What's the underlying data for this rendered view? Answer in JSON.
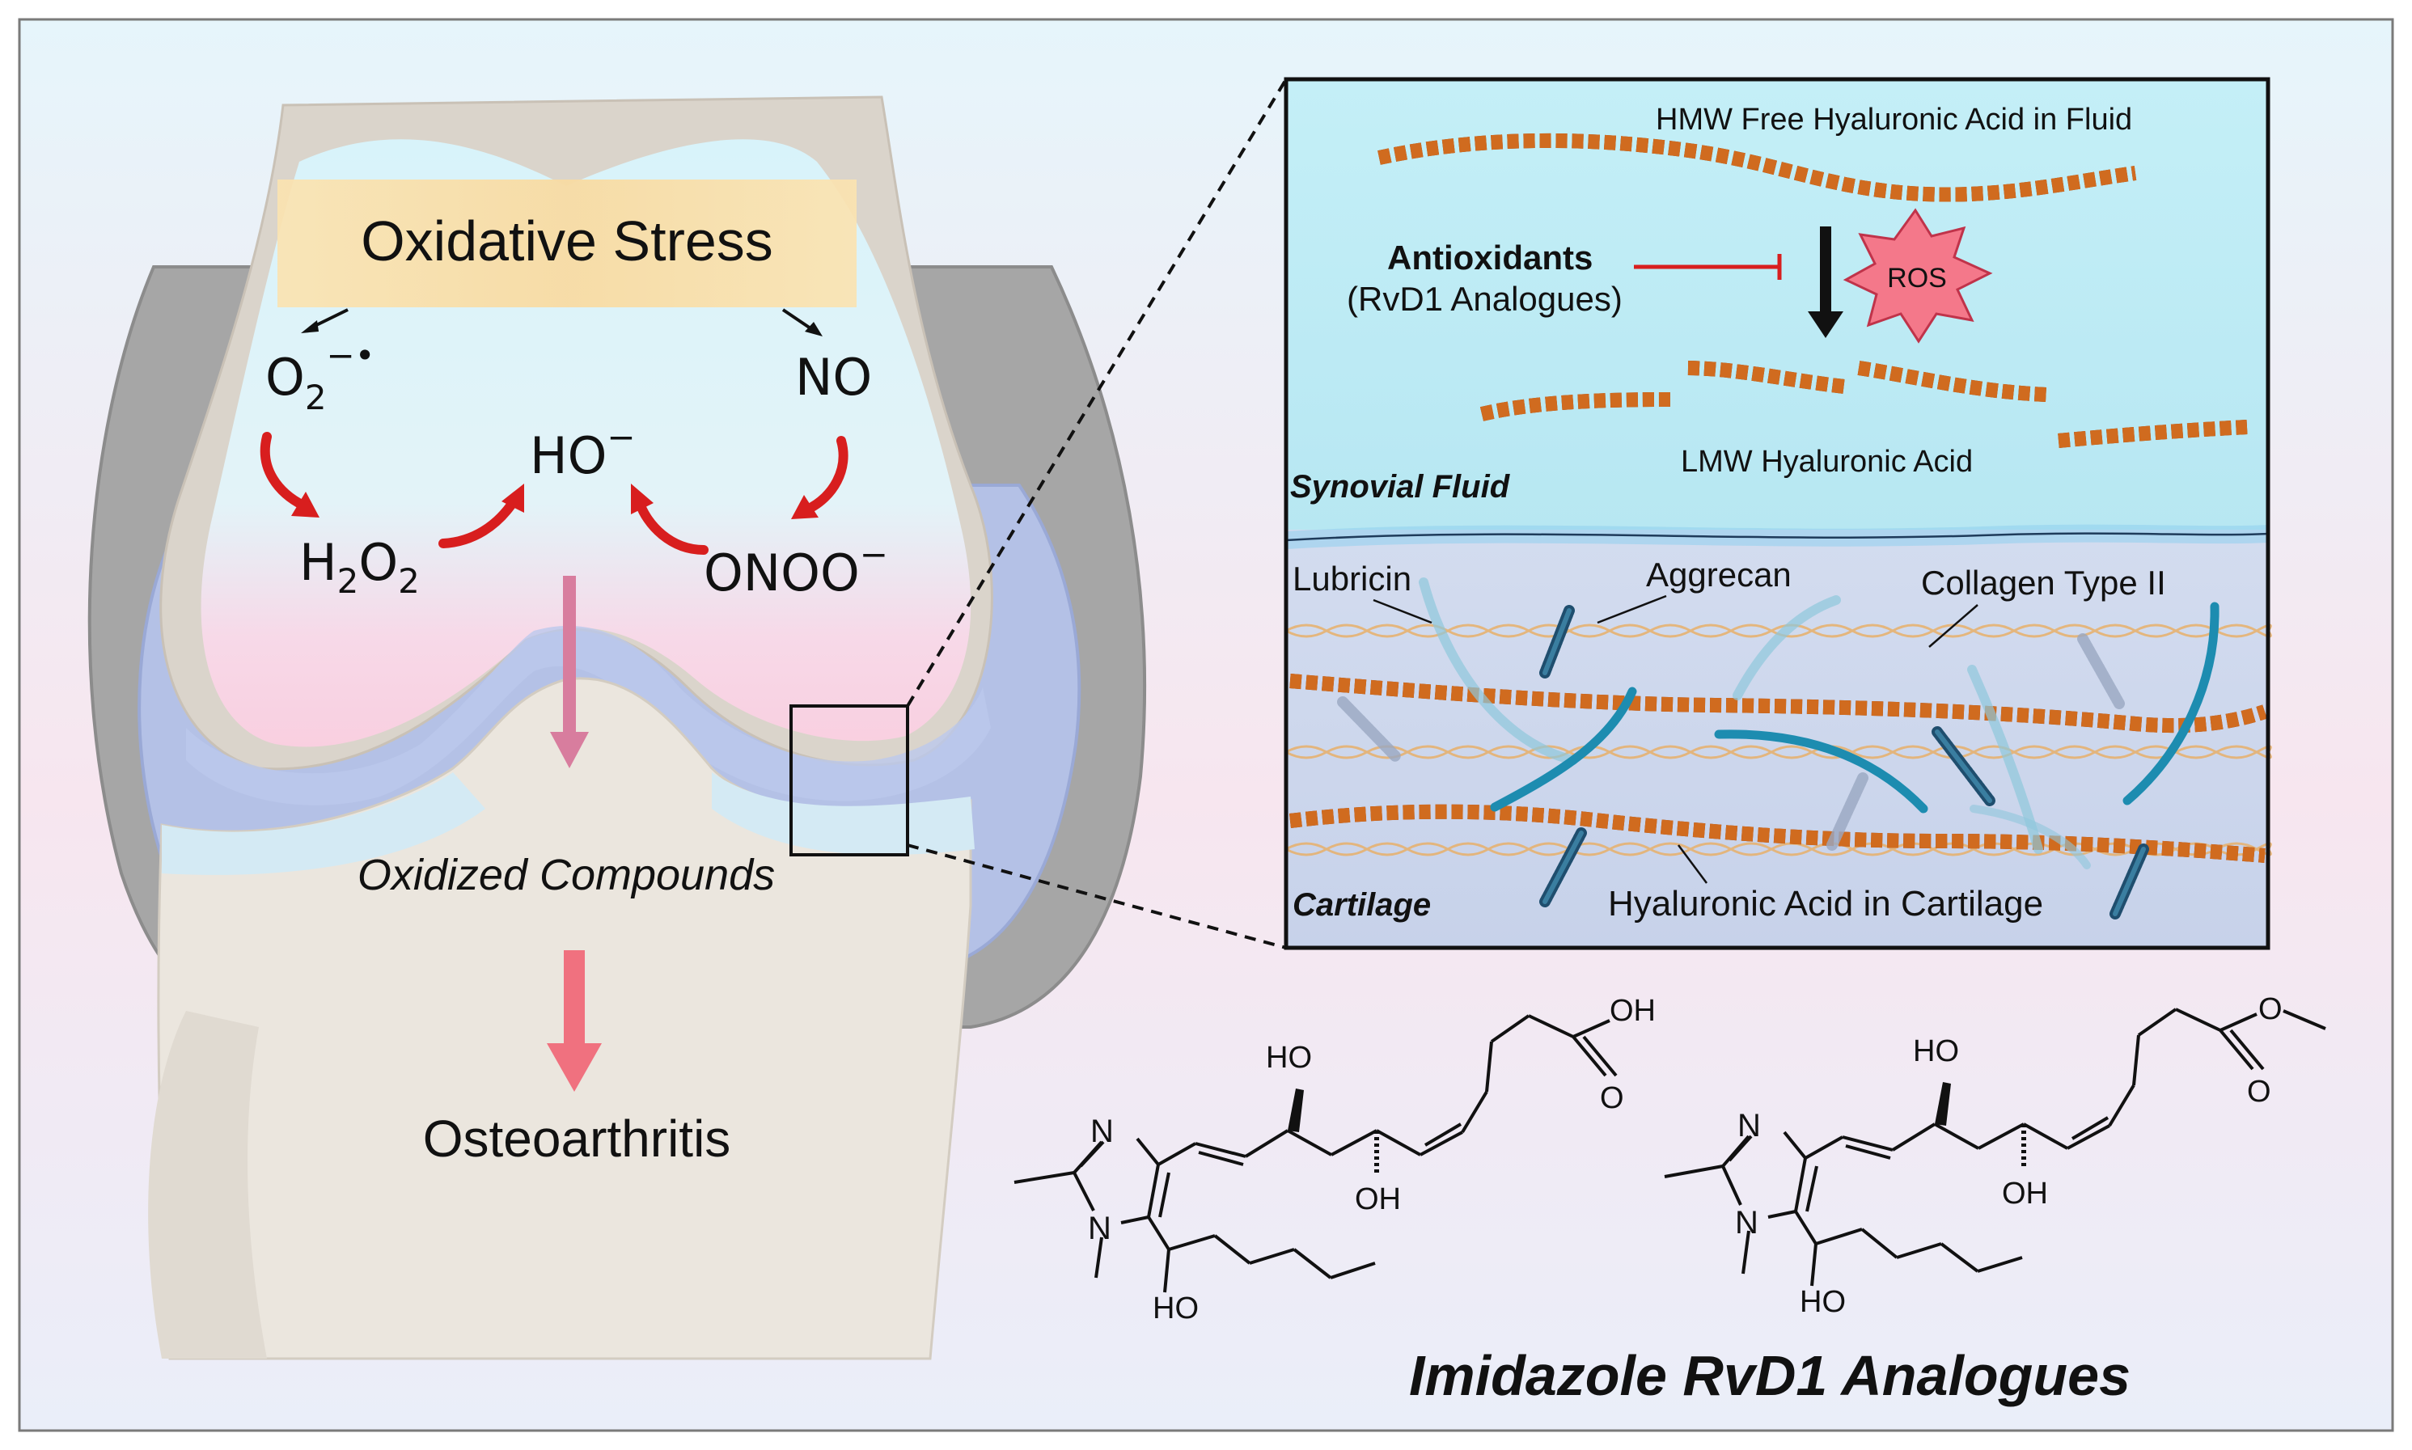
{
  "joint": {
    "title": "Oxidative Stress",
    "superoxide": {
      "base": "O",
      "sub": "2",
      "sup": "−•"
    },
    "nitric_oxide": "NO",
    "hydroxide": {
      "base": "HO",
      "sup": "−"
    },
    "peroxide": {
      "h": "H",
      "sub1": "2",
      "o": "O",
      "sub2": "2"
    },
    "peroxynitrite": {
      "base": "ONOO",
      "sup": "−"
    },
    "oxidized": "Oxidized Compounds",
    "outcome": "Osteoarthritis"
  },
  "inset": {
    "hmw": "HMW Free Hyaluronic Acid in Fluid",
    "antioxidants": "Antioxidants",
    "antioxidants_sub": "(RvD1 Analogues)",
    "ros": "ROS",
    "lmw": "LMW Hyaluronic Acid",
    "synovial": "Synovial Fluid",
    "lubricin": "Lubricin",
    "aggrecan": "Aggrecan",
    "collagen": "Collagen Type II",
    "cartilage": "Cartilage",
    "ha_cartilage": "Hyaluronic Acid in Cartilage"
  },
  "molecules": {
    "ho": "HO",
    "oh": "OH",
    "o": "O",
    "n": "N",
    "caption": "Imidazole RvD1 Analogues"
  },
  "colors": {
    "arrow_red": "#d81e1e",
    "inhibit_red": "#d81e1e",
    "ha_dark": "#8b3a10",
    "ha_light": "#d06b1f",
    "lubricin_blue": "#1d8cb0",
    "fluid_bg": "#c2eef6",
    "cartilage_bg": "#cad5ec",
    "ros_fill": "#f4788a"
  }
}
